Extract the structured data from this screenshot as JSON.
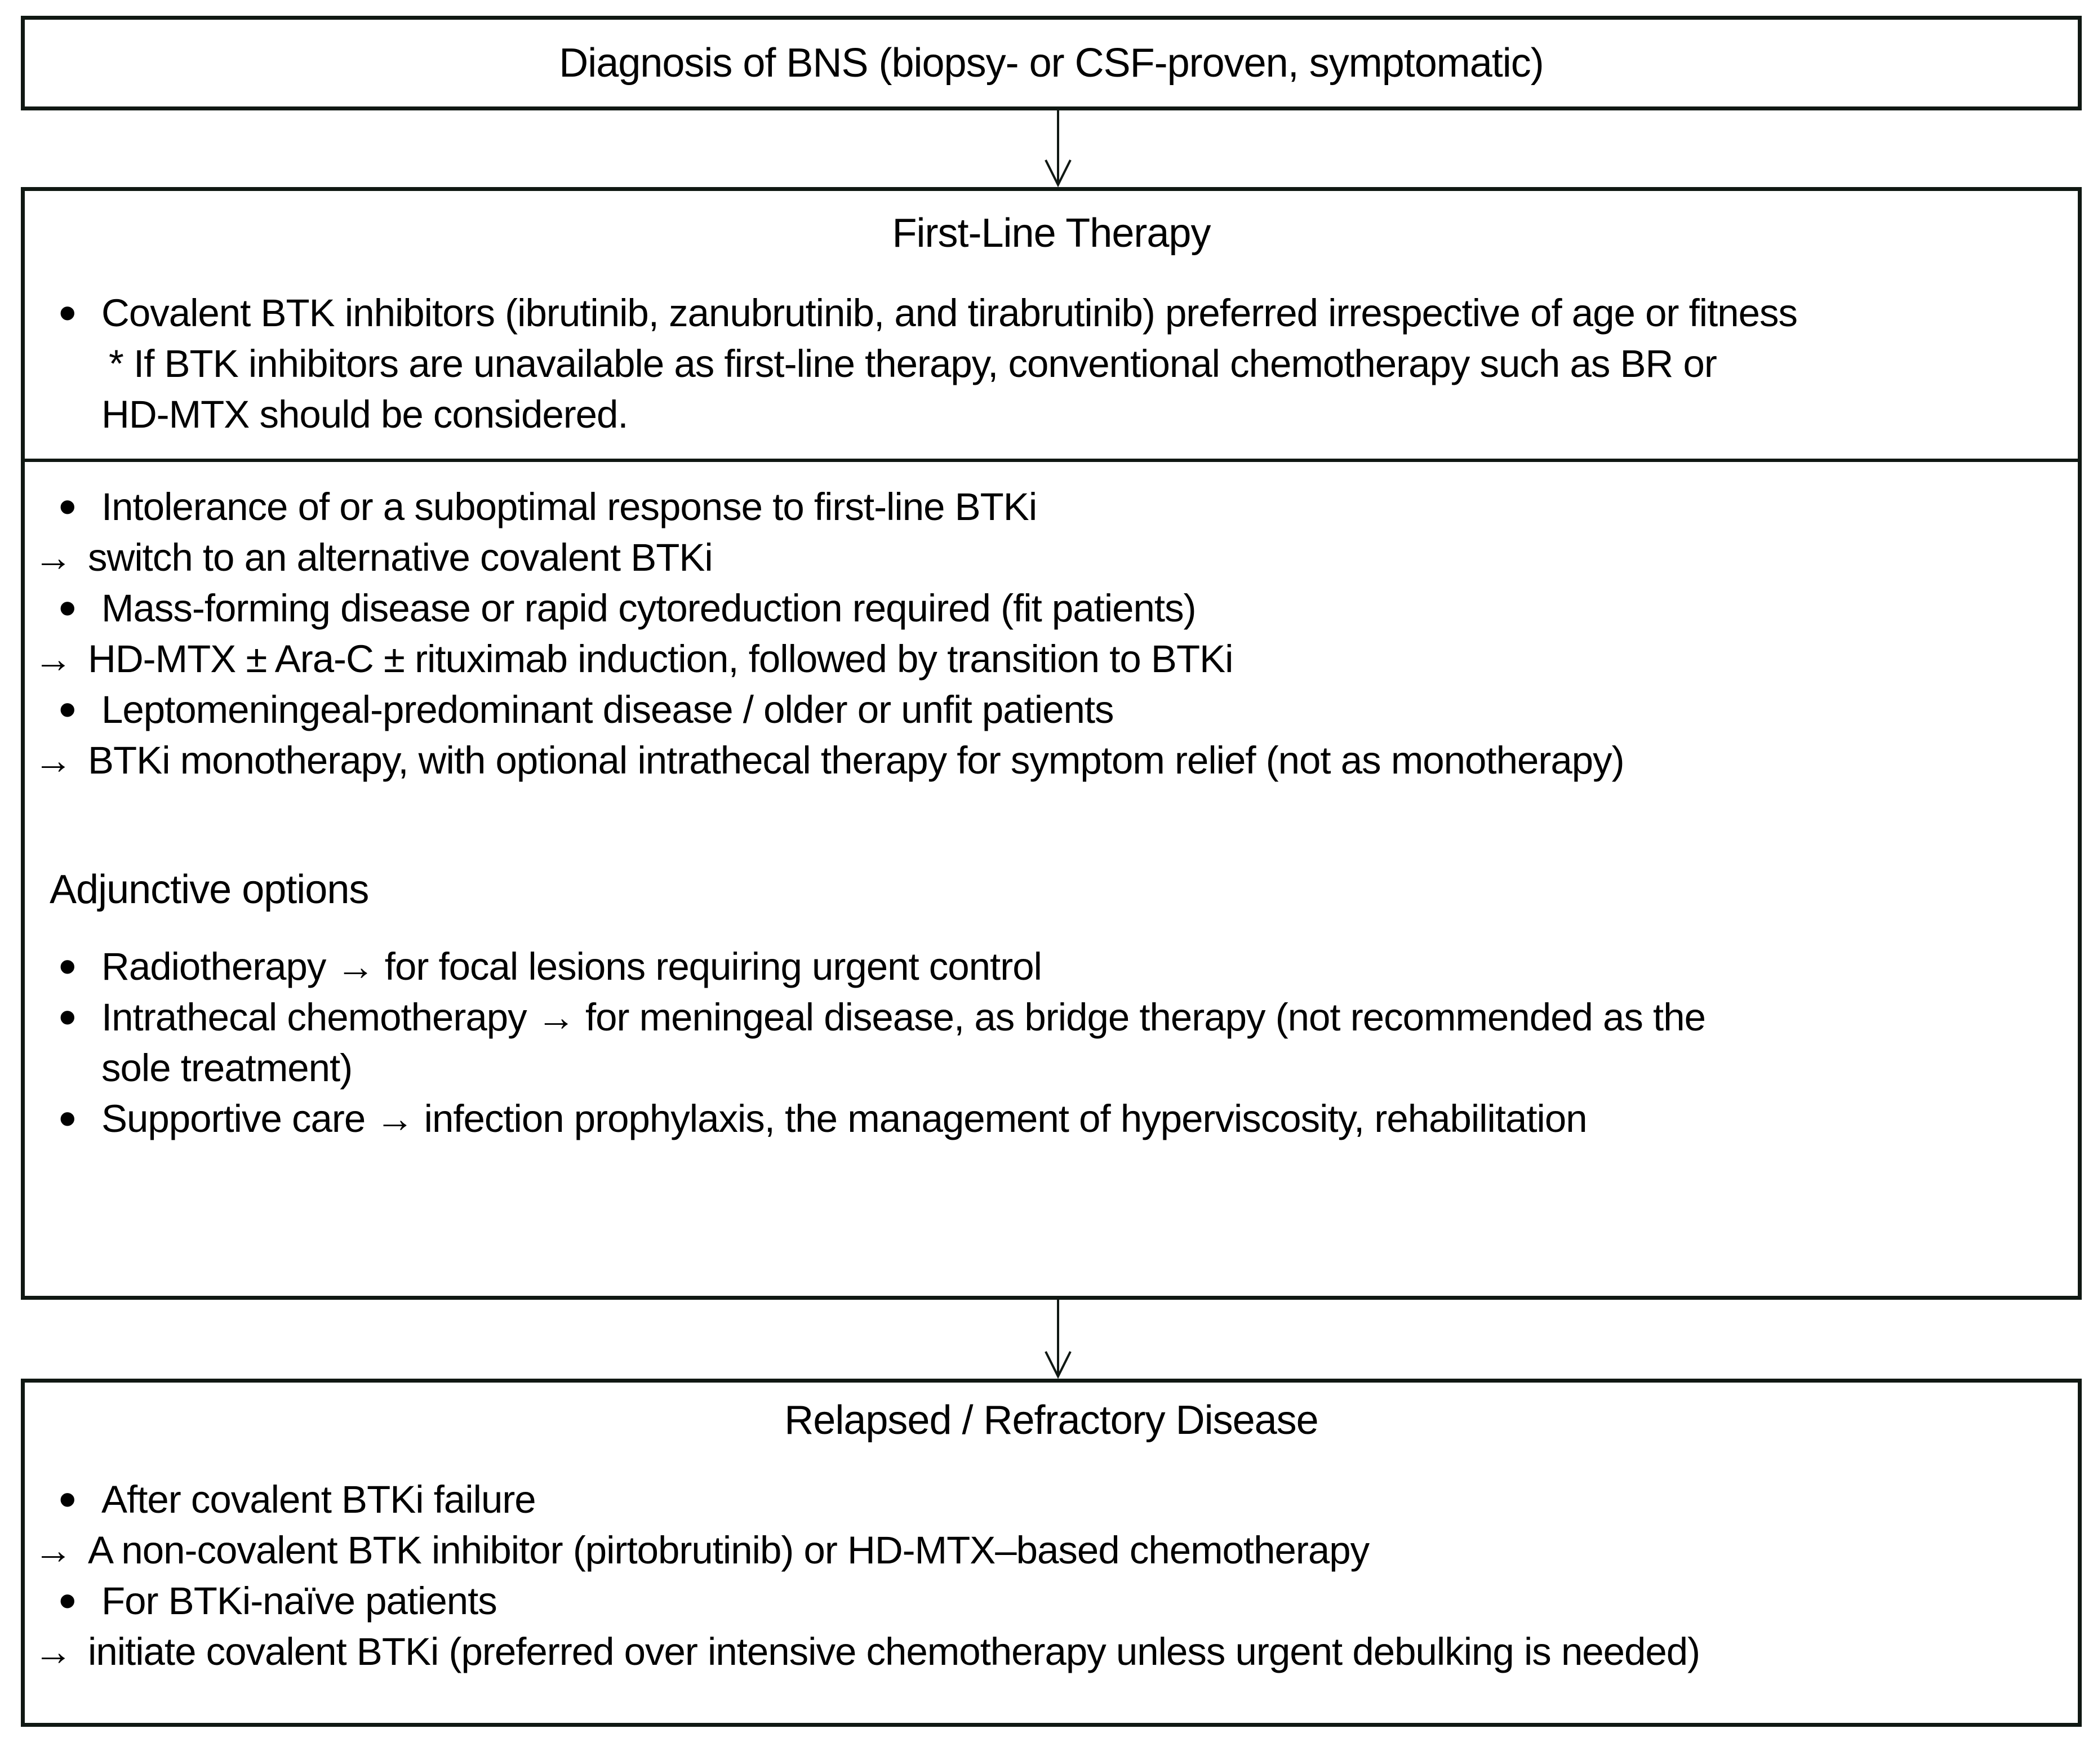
{
  "diagram": {
    "colors": {
      "border": "#101813",
      "text": "#000000",
      "background": "#ffffff"
    },
    "title_box": {
      "text": "Diagnosis of BNS (biopsy- or CSF-proven, symptomatic)"
    },
    "firstline_box": {
      "heading": "First-Line Therapy",
      "top_section": [
        {
          "marker": "•",
          "text": "Covalent BTK inhibitors (ibrutinib, zanubrutinib, and tirabrutinib) preferred irrespective of age or fitness"
        },
        {
          "marker": "",
          "text": "* If BTK inhibitors are unavailable as first-line therapy, conventional chemotherapy such as BR or"
        },
        {
          "marker": "",
          "text": "HD-MTX should be considered."
        }
      ],
      "pathway_section": [
        {
          "marker": "•",
          "text": "Intolerance of or a suboptimal response to first-line BTKi"
        },
        {
          "marker": "→",
          "text": "switch to an alternative covalent BTKi"
        },
        {
          "marker": "•",
          "text": "Mass-forming disease or rapid cytoreduction required (fit patients)"
        },
        {
          "marker": "→",
          "text": "HD-MTX ± Ara-C ± rituximab induction, followed by transition to BTKi"
        },
        {
          "marker": "•",
          "text": "Leptomeningeal-predominant disease / older or unfit patients"
        },
        {
          "marker": "→",
          "text": "BTKi monotherapy, with optional intrathecal therapy for symptom relief (not as monotherapy)"
        }
      ],
      "adjunctive_heading": "Adjunctive options",
      "adjunctive_section": [
        {
          "marker": "•",
          "text": "Radiotherapy → for focal lesions requiring urgent control"
        },
        {
          "marker": "•",
          "text": "Intrathecal chemotherapy → for meningeal disease, as bridge therapy (not recommended as the"
        },
        {
          "marker": "",
          "text": "sole treatment)"
        },
        {
          "marker": "•",
          "text": "Supportive care → infection prophylaxis, the management of hyperviscosity, rehabilitation"
        }
      ]
    },
    "relapsed_box": {
      "heading": "Relapsed / Refractory Disease",
      "lines": [
        {
          "marker": "•",
          "text": "After covalent BTKi failure"
        },
        {
          "marker": "→",
          "text": "A non-covalent BTK inhibitor (pirtobrutinib) or HD-MTX–based chemotherapy"
        },
        {
          "marker": "•",
          "text": "For BTKi-naïve patients"
        },
        {
          "marker": "→",
          "text": "initiate covalent BTKi (preferred over intensive chemotherapy unless urgent debulking is needed)"
        }
      ]
    }
  }
}
